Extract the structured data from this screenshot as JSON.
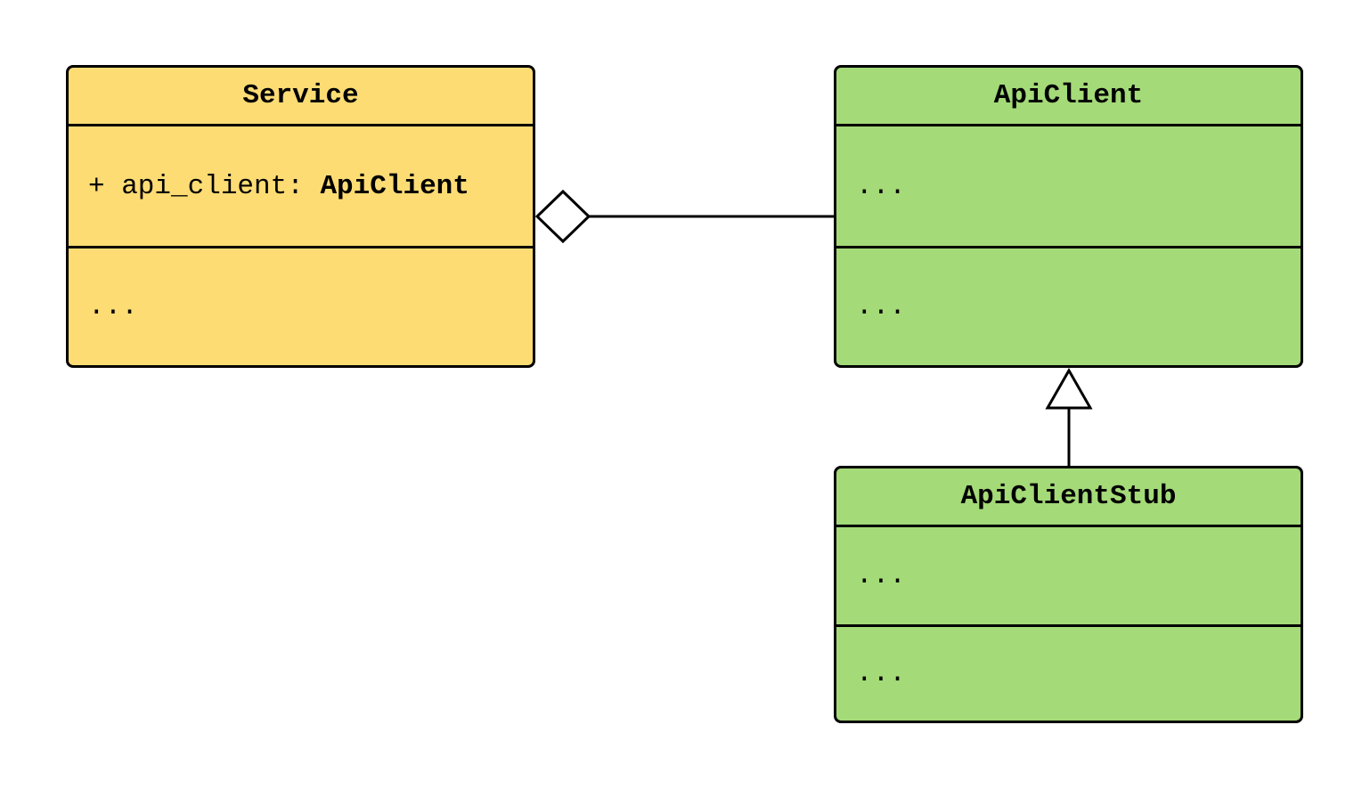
{
  "classes": {
    "service": {
      "name": "Service",
      "attribute_prefix": "+ api_client: ",
      "attribute_type": "ApiClient",
      "methods": "...",
      "fill": "#fddc74"
    },
    "api_client": {
      "name": "ApiClient",
      "attributes": "...",
      "methods": "...",
      "fill": "#a4da78"
    },
    "api_client_stub": {
      "name": "ApiClientStub",
      "attributes": "...",
      "methods": "...",
      "fill": "#a4da78"
    }
  },
  "relationships": [
    {
      "type": "aggregation",
      "whole": "Service",
      "part": "ApiClient"
    },
    {
      "type": "generalization",
      "child": "ApiClientStub",
      "parent": "ApiClient"
    }
  ]
}
